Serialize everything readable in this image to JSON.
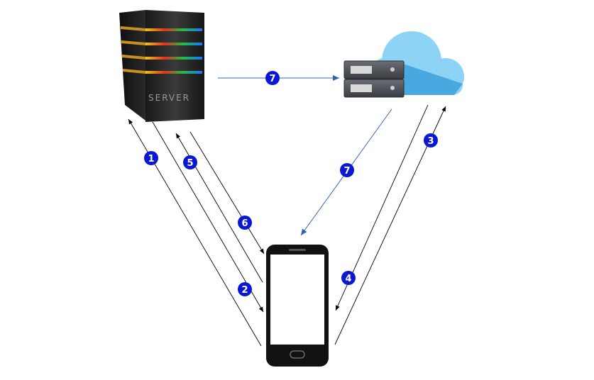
{
  "server": {
    "label": "SERVER",
    "icon": "tower-server-icon"
  },
  "cloud": {
    "icon": "cloud-server-icon"
  },
  "phone": {
    "icon": "smartphone-icon"
  },
  "colors": {
    "badge": "#0a18d6",
    "cloud_arrows": "#2f64b8",
    "arrows": "#000000"
  },
  "steps": [
    {
      "label": "1"
    },
    {
      "label": "2"
    },
    {
      "label": "3"
    },
    {
      "label": "4"
    },
    {
      "label": "5"
    },
    {
      "label": "6"
    },
    {
      "label": "7"
    },
    {
      "label": "7"
    }
  ]
}
